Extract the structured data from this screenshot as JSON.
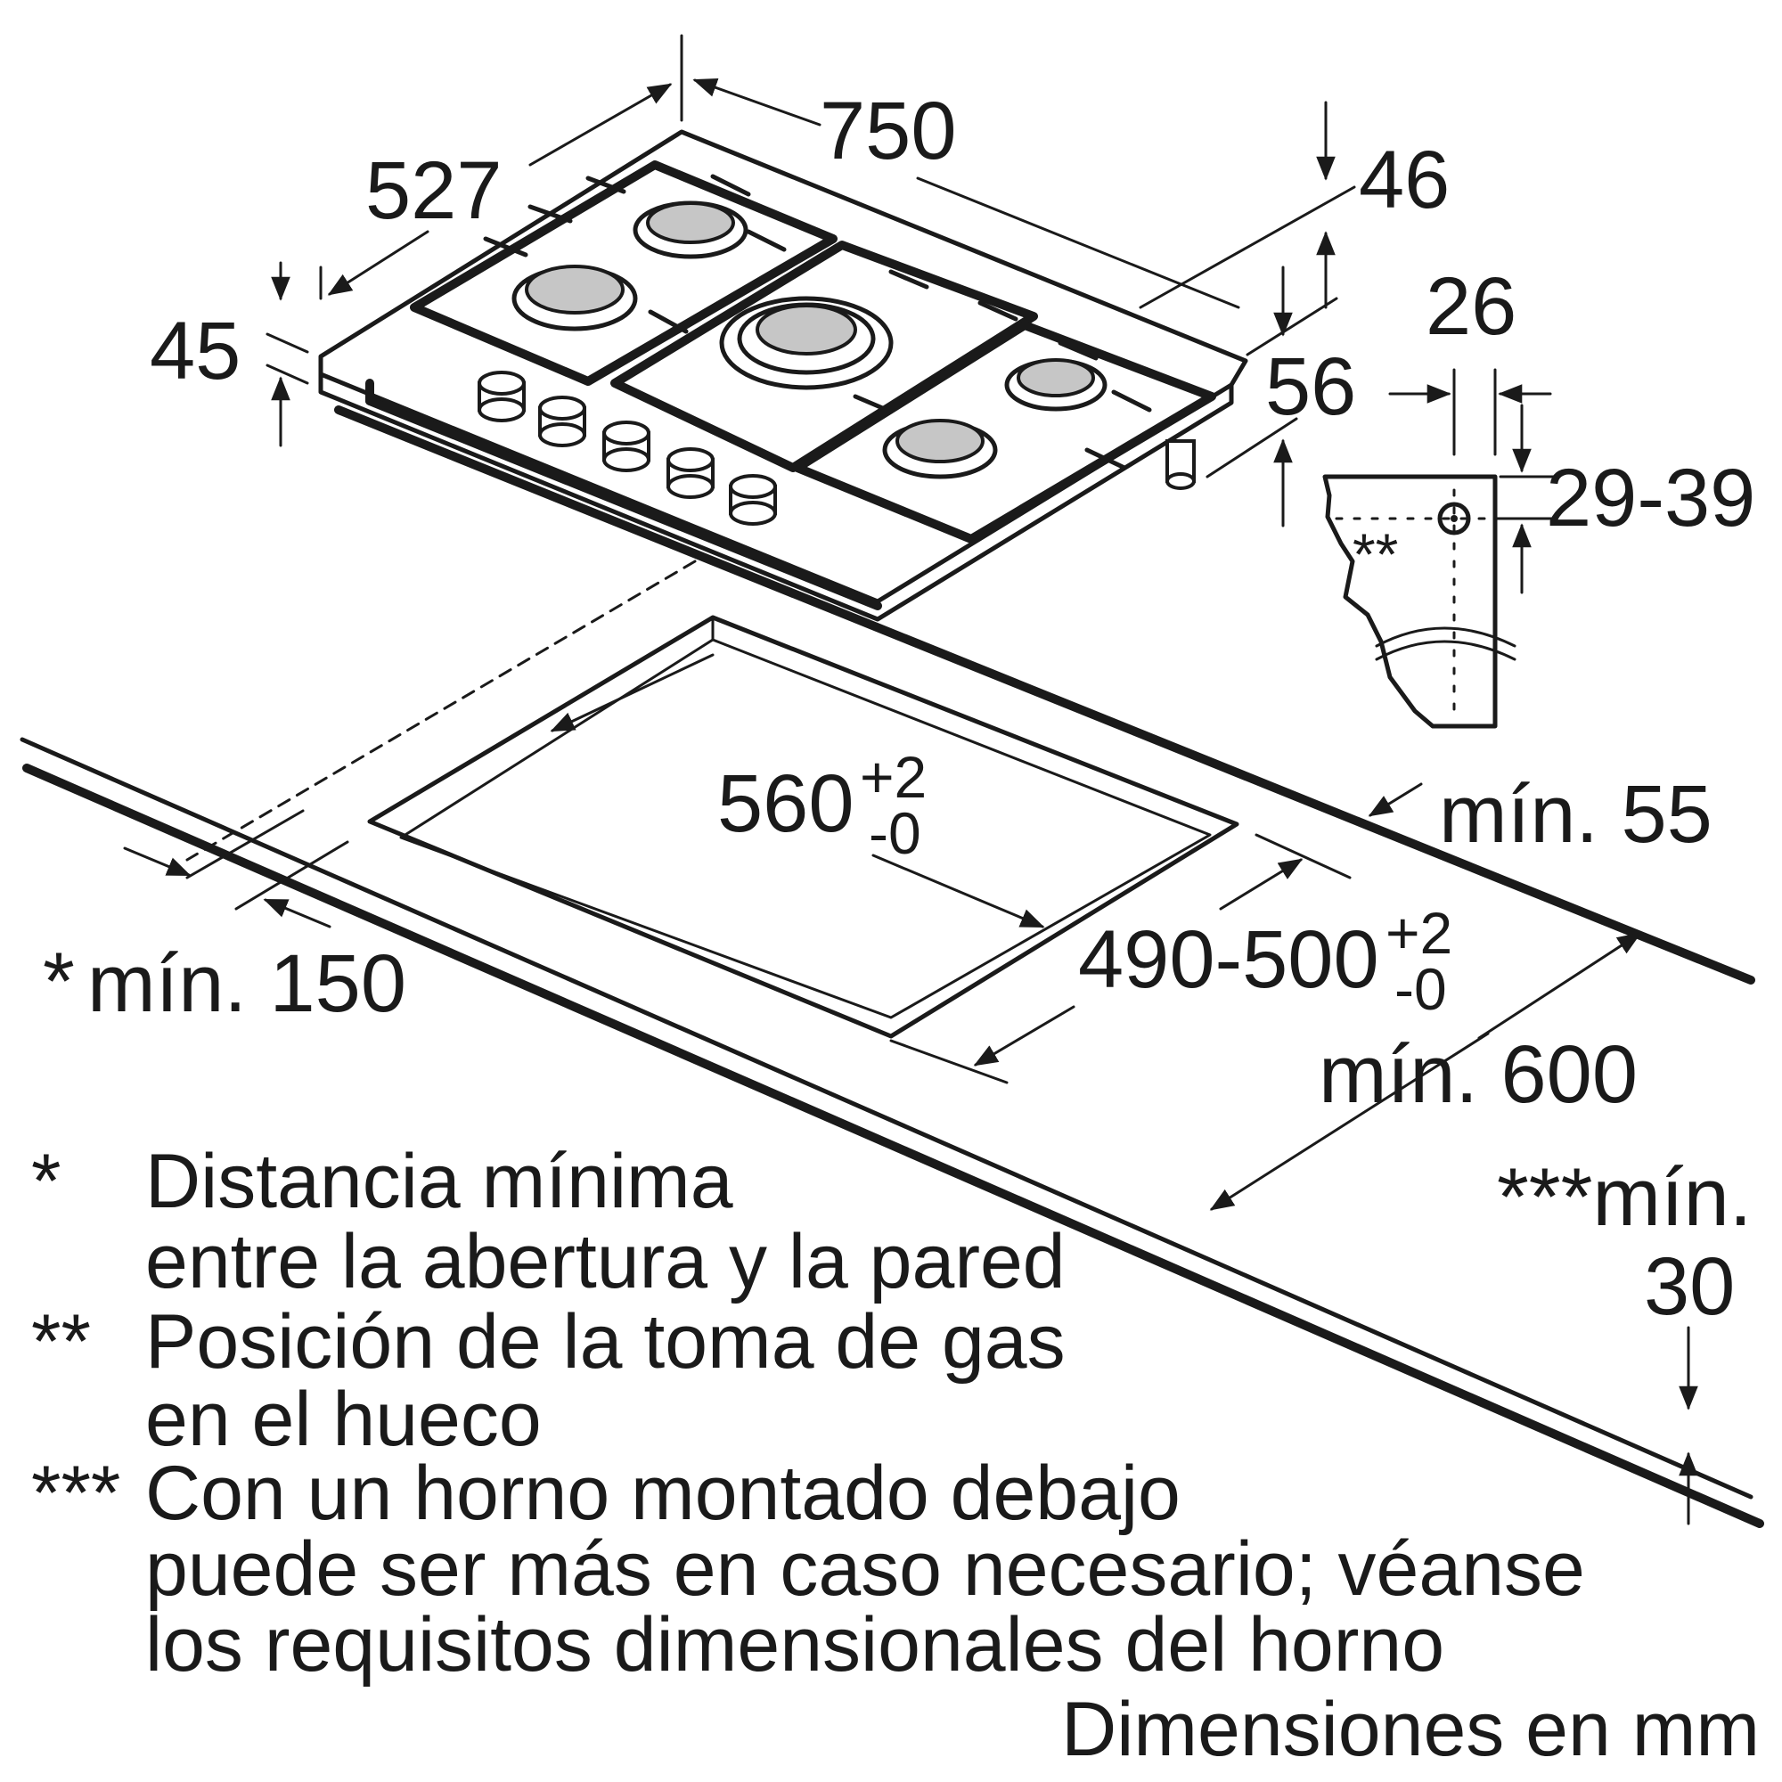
{
  "hob": {
    "width": "750",
    "depth": "527",
    "frame_height": "45",
    "overall_height": "46",
    "connection_height": "56"
  },
  "gas_connection": {
    "offset": "26",
    "height_range": "29-39",
    "marker": "**"
  },
  "cutout": {
    "width_main": "560",
    "width_tolerance_plus": "+2",
    "width_tolerance_minus": "-0",
    "depth_main": "490-500",
    "depth_tolerance_plus": "+2",
    "depth_tolerance_minus": "-0"
  },
  "clearances": {
    "rear": "mín. 55",
    "wall_marker": "*",
    "wall": "mín. 150",
    "counter_depth": "mín. 600",
    "oven_marker": "***mín.",
    "oven_value": "30"
  },
  "notes": [
    {
      "marker": "*",
      "lines": [
        "Distancia mínima",
        "entre la abertura y la pared"
      ]
    },
    {
      "marker": "**",
      "lines": [
        "Posición de la toma de gas",
        "en el hueco"
      ]
    },
    {
      "marker": "***",
      "lines": [
        "Con un horno montado debajo",
        "puede ser más en caso necesario; véanse",
        "los requisitos dimensionales del horno"
      ]
    }
  ],
  "units_note": "Dimensiones en mm"
}
